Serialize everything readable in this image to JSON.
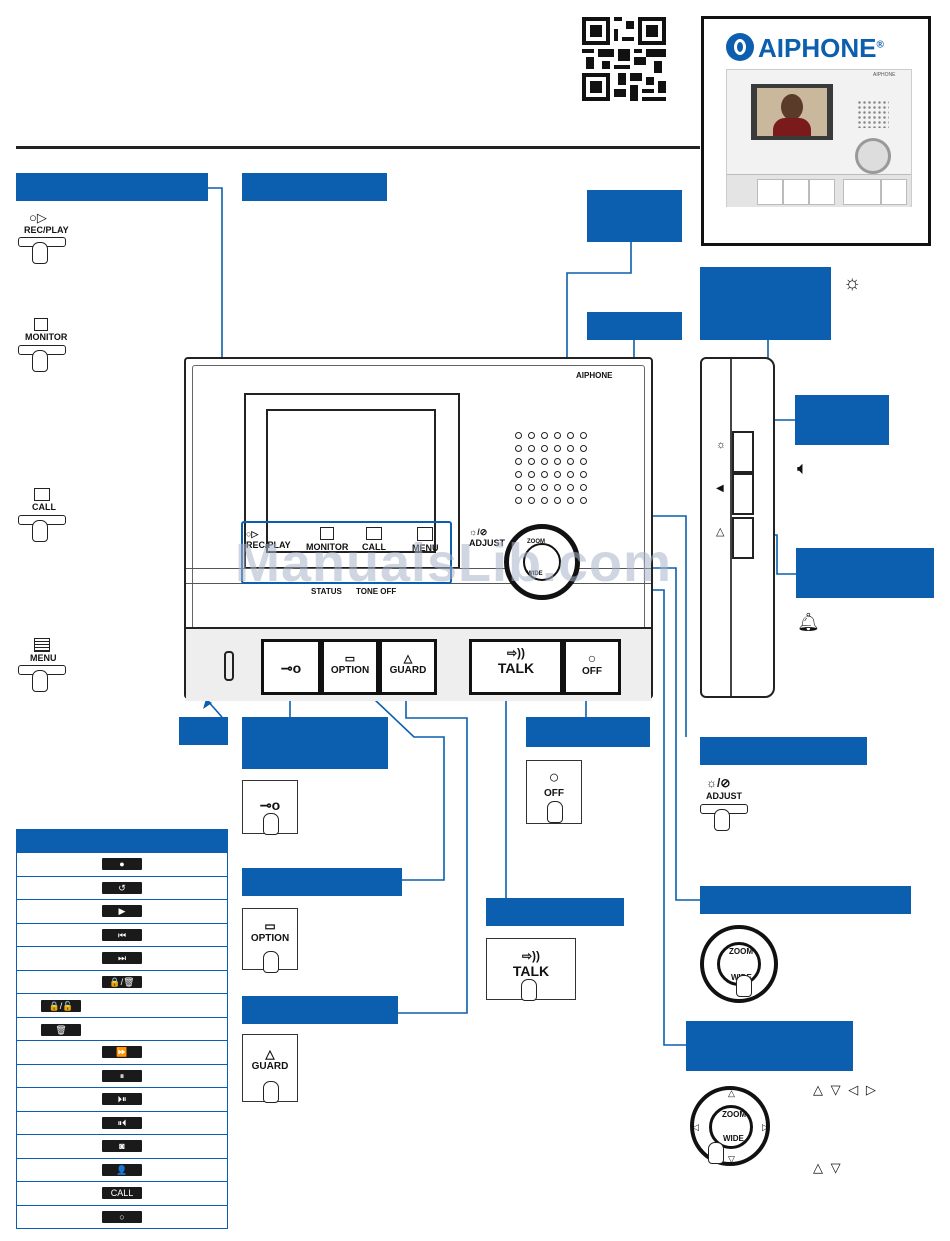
{
  "product": {
    "brand": "AIPHONE",
    "registered": "®",
    "model_tag": "AIPHONE"
  },
  "device": {
    "brand": "AIPHONE"
  },
  "watermark": "ManualsLib.com",
  "front_buttons": {
    "rec_play": "REC/PLAY",
    "monitor": "MONITOR",
    "call": "CALL",
    "menu": "MENU",
    "status": "STATUS",
    "tone_off": "TONE OFF",
    "adjust": "ADJUST",
    "option": "OPTION",
    "guard": "GUARD",
    "talk": "TALK",
    "off": "OFF",
    "zoom": "ZOOM",
    "wide": "WIDE"
  },
  "left_icons": {
    "rec_play": "REC/PLAY",
    "monitor": "MONITOR",
    "call": "CALL",
    "menu": "MENU"
  },
  "detail_icons": {
    "option": "OPTION",
    "guard": "GUARD",
    "off": "OFF",
    "talk": "TALK",
    "adjust": "ADJUST",
    "zoom": "ZOOM",
    "wide": "WIDE"
  },
  "arrow_symbols": {
    "row1": "△ ▽ ◁  ▷",
    "row2": "△ ▽"
  },
  "table_rows": [
    "●",
    "↺",
    "▶",
    "⏮",
    "⏭",
    "🔒/🗑",
    "🔒/🔓",
    "🗑",
    "⏩",
    "⏸",
    "⏵⏸",
    "⏸⏴",
    "◙",
    "👤",
    "CALL",
    "○"
  ],
  "colors": {
    "accent": "#0b5fae"
  }
}
